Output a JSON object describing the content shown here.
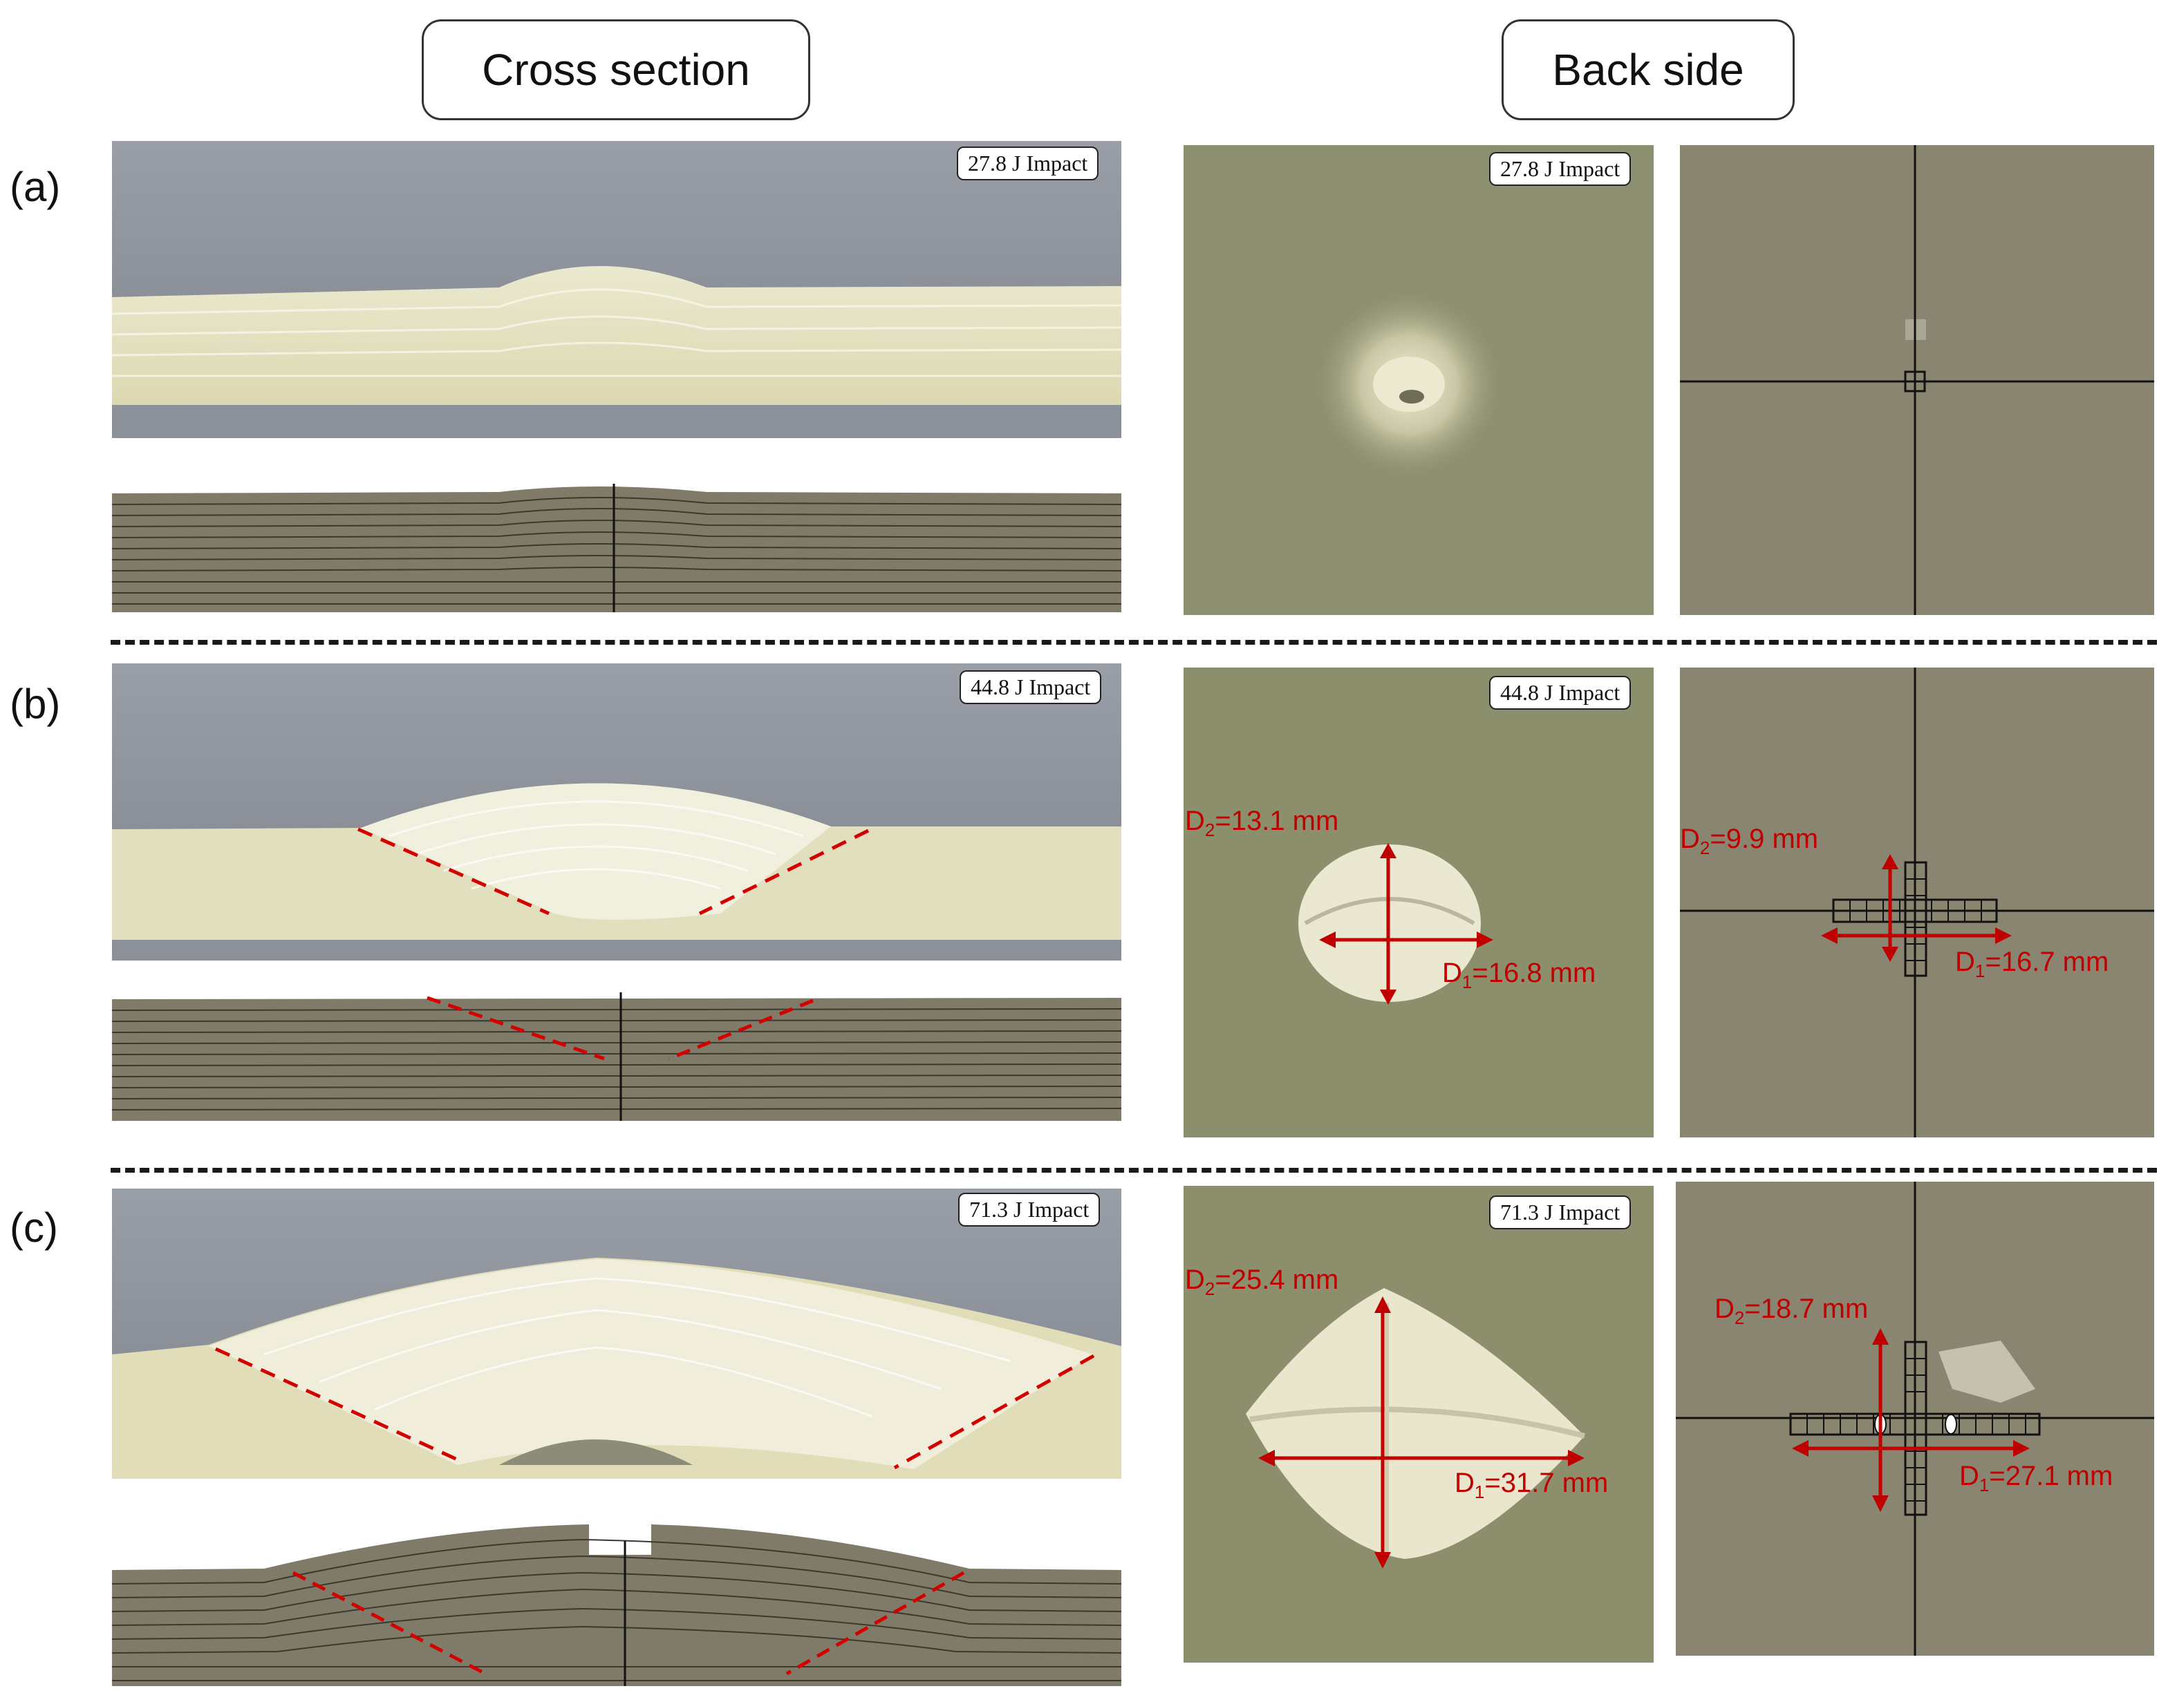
{
  "headers": {
    "cross_section": "Cross section",
    "back_side": "Back side"
  },
  "rows": [
    {
      "label": "(a)",
      "impact": "27.8 J Impact",
      "photo_back": {},
      "sim_back": {}
    },
    {
      "label": "(b)",
      "impact": "44.8 J Impact",
      "photo_back": {
        "d2_prefix": "D",
        "d2_sub": "2",
        "d2_value": "=13.1 mm",
        "d1_prefix": "D",
        "d1_sub": "1",
        "d1_value": "=16.8 mm"
      },
      "sim_back": {
        "d2_prefix": "D",
        "d2_sub": "2",
        "d2_value": "=9.9 mm",
        "d1_prefix": "D",
        "d1_sub": "1",
        "d1_value": "=16.7 mm"
      }
    },
    {
      "label": "(c)",
      "impact": "71.3 J Impact",
      "photo_back": {
        "d2_prefix": "D",
        "d2_sub": "2",
        "d2_value": "=25.4 mm",
        "d1_prefix": "D",
        "d1_sub": "1",
        "d1_value": "=31.7 mm"
      },
      "sim_back": {
        "d2_prefix": "D",
        "d2_sub": "2",
        "d2_value": "=18.7 mm",
        "d1_prefix": "D",
        "d1_sub": "1",
        "d1_value": "=27.1 mm"
      }
    }
  ],
  "colors": {
    "background_gray": "#8e9299",
    "specimen_cream": "#e6e3c4",
    "back_green": "#8c8f6e",
    "sim_khaki": "#7f7b68",
    "fe_layers": "#6f6a5b",
    "annotation_red": "#d40000",
    "arrow_red": "#c00000"
  }
}
